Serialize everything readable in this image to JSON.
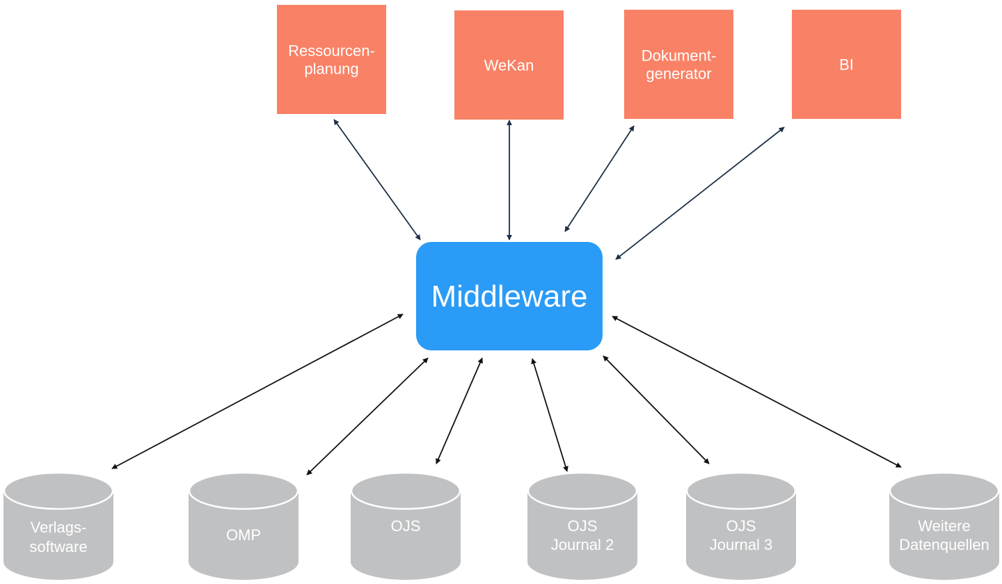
{
  "diagram": {
    "top_systems": [
      {
        "id": "ressourcenplanung",
        "lines": [
          "Ressourcen-",
          "planung"
        ]
      },
      {
        "id": "wekan",
        "lines": [
          "WeKan"
        ]
      },
      {
        "id": "dokumentgenerator",
        "lines": [
          "Dokument-",
          "generator"
        ]
      },
      {
        "id": "bi",
        "lines": [
          "BI"
        ]
      }
    ],
    "hub": {
      "label": "Middleware"
    },
    "data_sources": [
      {
        "id": "verlagssoftware",
        "lines": [
          "Verlags-",
          "software"
        ]
      },
      {
        "id": "omp",
        "lines": [
          "OMP"
        ]
      },
      {
        "id": "ojs",
        "lines": [
          "OJS"
        ]
      },
      {
        "id": "ojs-journal-2",
        "lines": [
          "OJS",
          "Journal 2"
        ]
      },
      {
        "id": "ojs-journal-3",
        "lines": [
          "OJS",
          "Journal 3"
        ]
      },
      {
        "id": "weitere-datenquellen",
        "lines": [
          "Weitere",
          "Datenquellen"
        ]
      }
    ],
    "connections": [
      {
        "from": "middleware",
        "to": "ressourcenplanung",
        "direction": "bidirectional"
      },
      {
        "from": "middleware",
        "to": "wekan",
        "direction": "bidirectional"
      },
      {
        "from": "middleware",
        "to": "dokumentgenerator",
        "direction": "bidirectional"
      },
      {
        "from": "middleware",
        "to": "bi",
        "direction": "bidirectional"
      },
      {
        "from": "middleware",
        "to": "verlagssoftware",
        "direction": "bidirectional"
      },
      {
        "from": "middleware",
        "to": "omp",
        "direction": "bidirectional"
      },
      {
        "from": "middleware",
        "to": "ojs",
        "direction": "bidirectional"
      },
      {
        "from": "middleware",
        "to": "ojs-journal-2",
        "direction": "bidirectional"
      },
      {
        "from": "middleware",
        "to": "ojs-journal-3",
        "direction": "bidirectional"
      },
      {
        "from": "middleware",
        "to": "weitere-datenquellen",
        "direction": "bidirectional"
      }
    ],
    "colors": {
      "top_system_fill": "#f98165",
      "hub_fill": "#2a9bf6",
      "data_source_fill": "#c0c1c3",
      "label_text": "#ffffff",
      "upper_arrow": "#1c2f45",
      "lower_arrow": "#111111"
    }
  }
}
